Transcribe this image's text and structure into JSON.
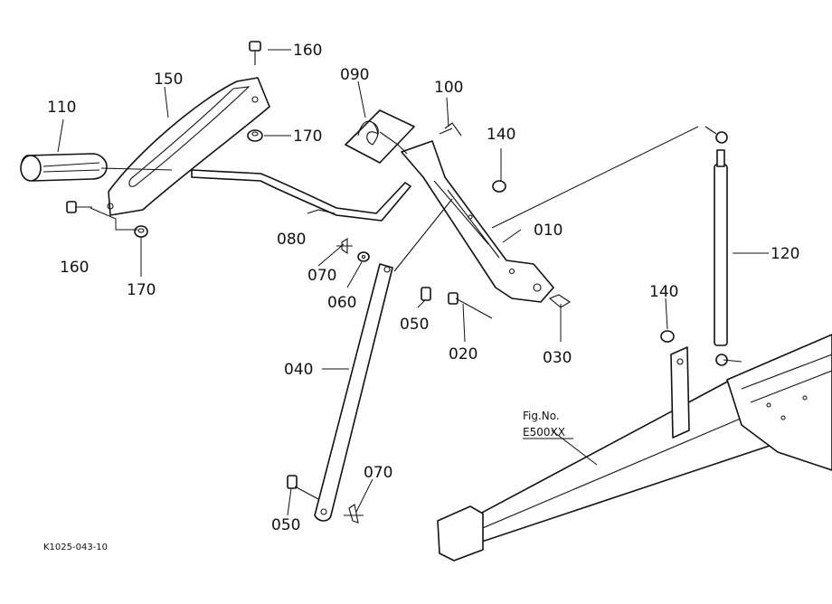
{
  "callouts": {
    "c160_top": "160",
    "c150": "150",
    "c110": "110",
    "c170_top": "170",
    "c160_left": "160",
    "c170_left": "170",
    "c090": "090",
    "c100": "100",
    "c140_top": "140",
    "c080": "080",
    "c070_mid": "070",
    "c060": "060",
    "c010": "010",
    "c050_mid": "050",
    "c020": "020",
    "c030": "030",
    "c040": "040",
    "c120": "120",
    "c140_right": "140",
    "c070_bottom": "070",
    "c050_bottom": "050"
  },
  "figure_ref": {
    "label": "Fig.No.",
    "number": "E500XX"
  },
  "drawing_code": "K1025-043-10"
}
